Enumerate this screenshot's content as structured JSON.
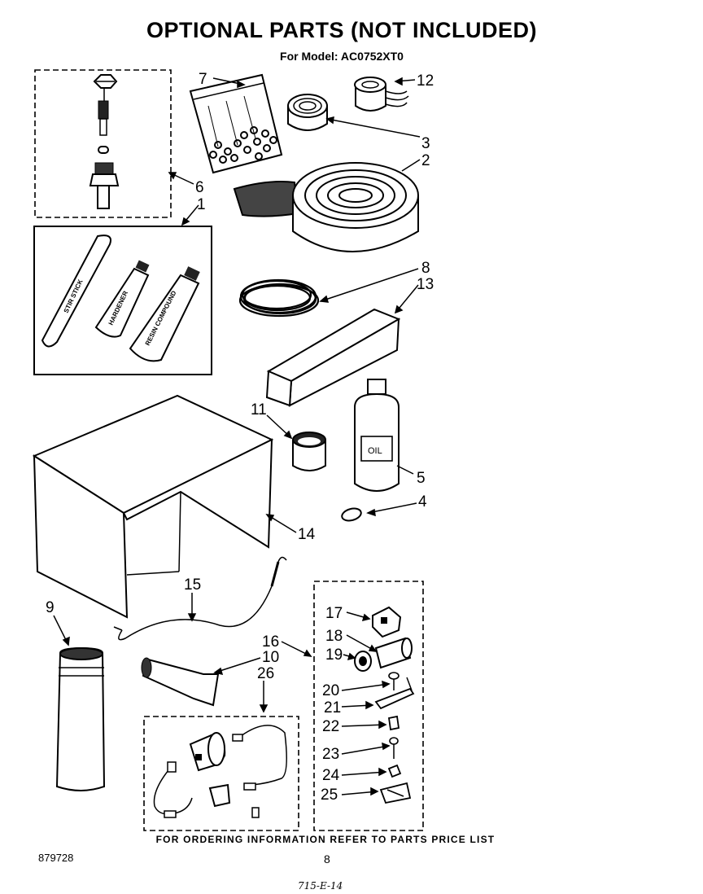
{
  "header": {
    "title": "OPTIONAL PARTS (NOT INCLUDED)",
    "subtitle": "For Model: AC0752XT0"
  },
  "callouts": [
    "7",
    "12",
    "3",
    "2",
    "6",
    "1",
    "8",
    "13",
    "11",
    "5",
    "4",
    "14",
    "15",
    "9",
    "17",
    "18",
    "19",
    "16",
    "10",
    "26",
    "20",
    "21",
    "22",
    "23",
    "24",
    "25"
  ],
  "package_text": {
    "stir_stick": "STIR STICK",
    "hardener": "HARDENER",
    "resin": "RESIN COMPOUND",
    "oil": "OIL"
  },
  "footer": {
    "note": "FOR ORDERING INFORMATION REFER TO PARTS PRICE LIST",
    "doc_code": "879728",
    "page_number": "8",
    "handwritten": "715-E-14"
  }
}
